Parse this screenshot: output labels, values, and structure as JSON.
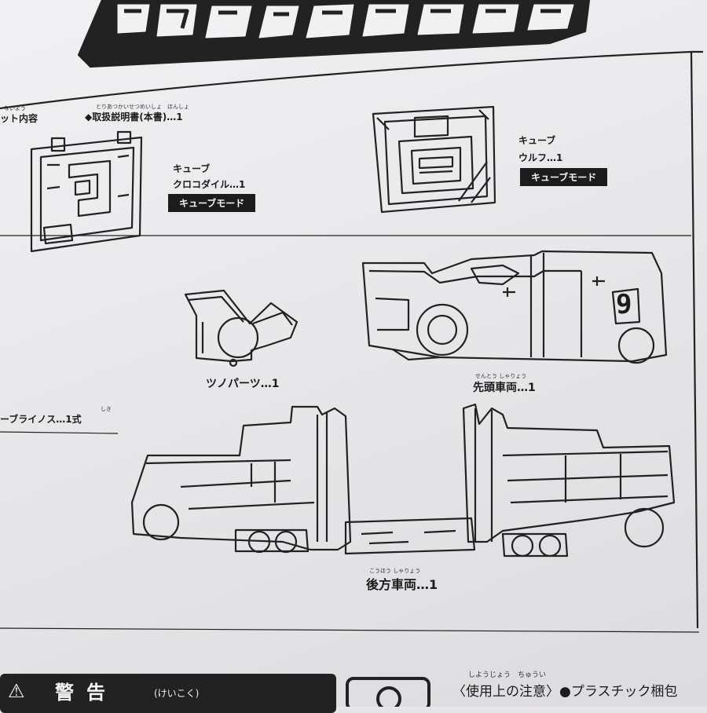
{
  "set_contents_header": "ット内容",
  "set_contents_ruby": "ないよう",
  "manual_item": "◆取扱説明書(本書)…1",
  "manual_ruby": "とりあつかいせつめいしょ　ほんしょ",
  "crocodile": {
    "line1": "キューブ",
    "line2": "クロコダイル…1",
    "mode": "キューブモード"
  },
  "wolf": {
    "line1": "キューブ",
    "line2": "ウルフ…1",
    "mode": "キューブモード"
  },
  "horn_parts": "ツノパーツ…1",
  "lead_car": "先頭車両…1",
  "lead_car_ruby": "せんとう しゃりょう",
  "rhino_set": "ーブライノス…1式",
  "rhino_ruby": "しき",
  "rear_car": "後方車両…1",
  "rear_car_ruby": "こうほう しゃりょう",
  "car_number": "9",
  "warning": {
    "label": "警告",
    "reading": "(けいこく)"
  },
  "caution": "〈使用上の注意〉●プラスチック梱包",
  "caution_ruby": "しようじょう　ちゅうい"
}
